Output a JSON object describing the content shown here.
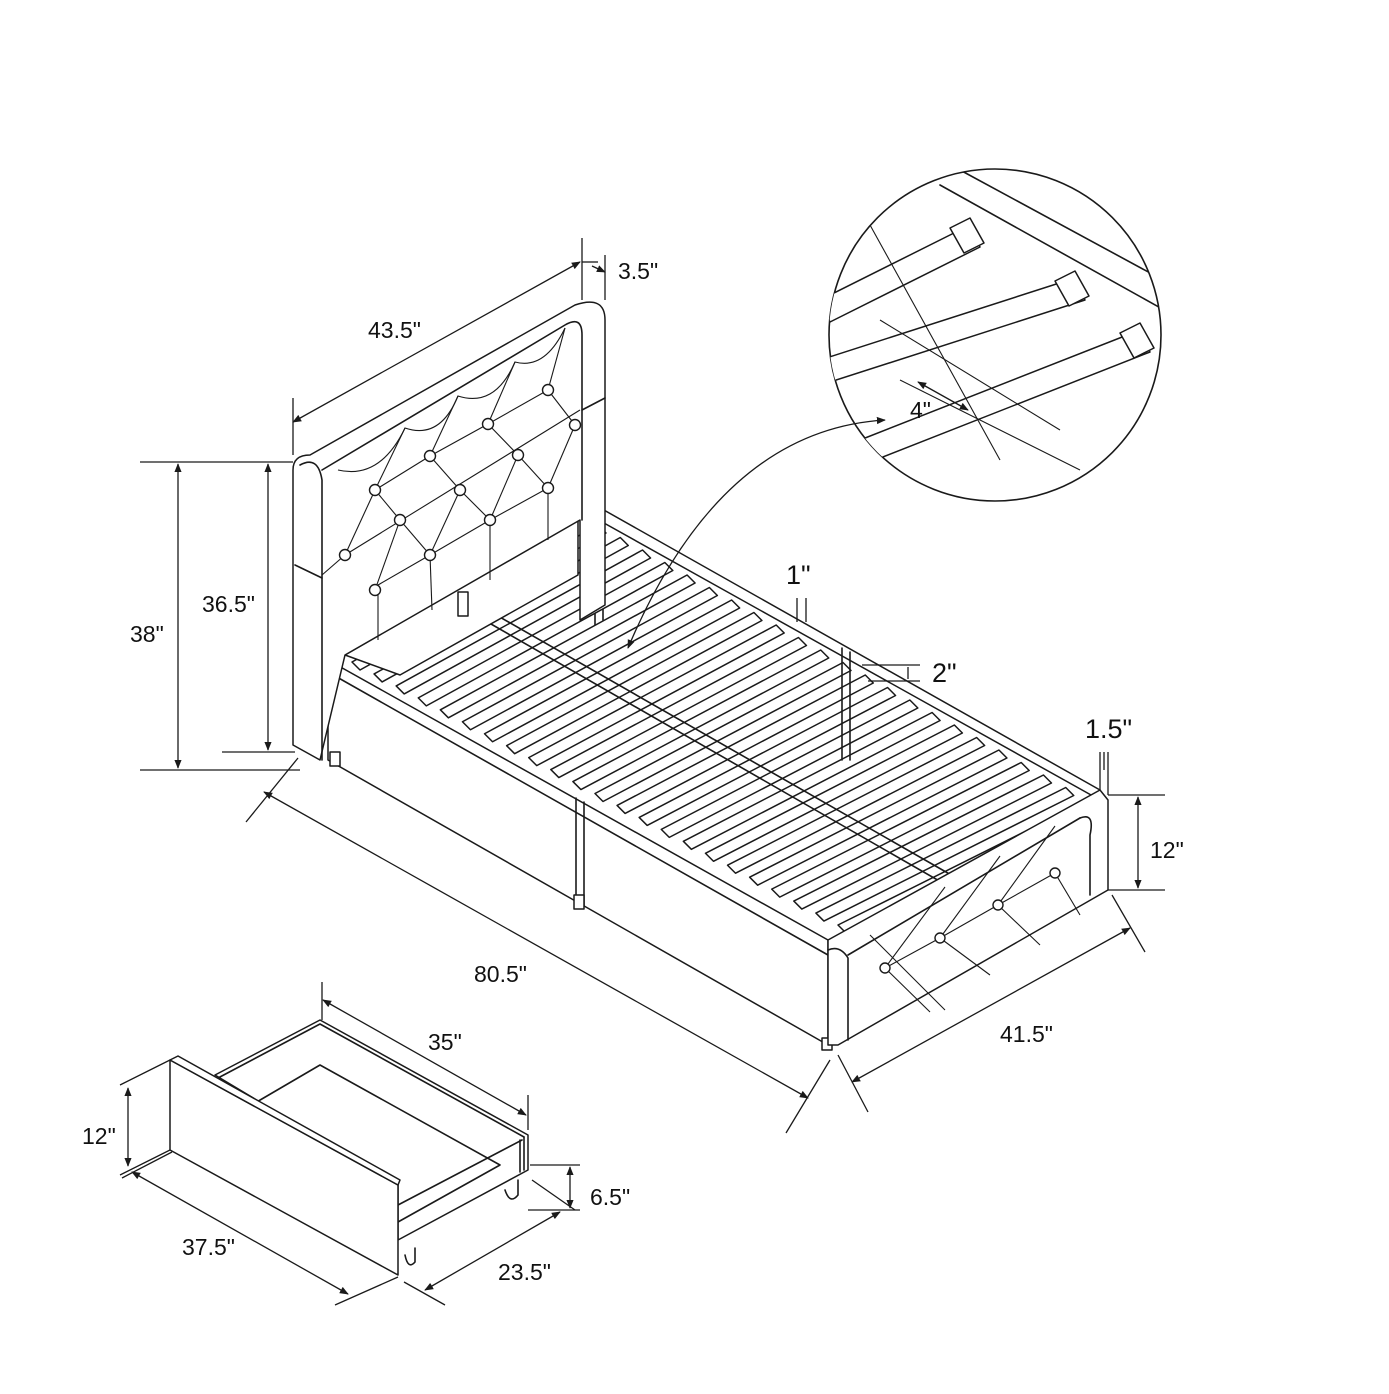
{
  "diagram": {
    "product": "bed-with-storage-drawers",
    "labels": {
      "headboard_width": "43.5\"",
      "headboard_depth": "3.5\"",
      "total_height": "38\"",
      "headboard_panel_height": "36.5\"",
      "bed_length": "80.5\"",
      "bed_width": "41.5\"",
      "footboard_height": "12\"",
      "footboard_depth": "1.5\"",
      "rail_thickness": "1\"",
      "rail_height": "2\"",
      "slat_spacing": "4\"",
      "drawer_length": "35\"",
      "drawer_front_width": "37.5\"",
      "drawer_height": "12\"",
      "drawer_box_height": "6.5\"",
      "drawer_depth": "23.5\""
    }
  }
}
